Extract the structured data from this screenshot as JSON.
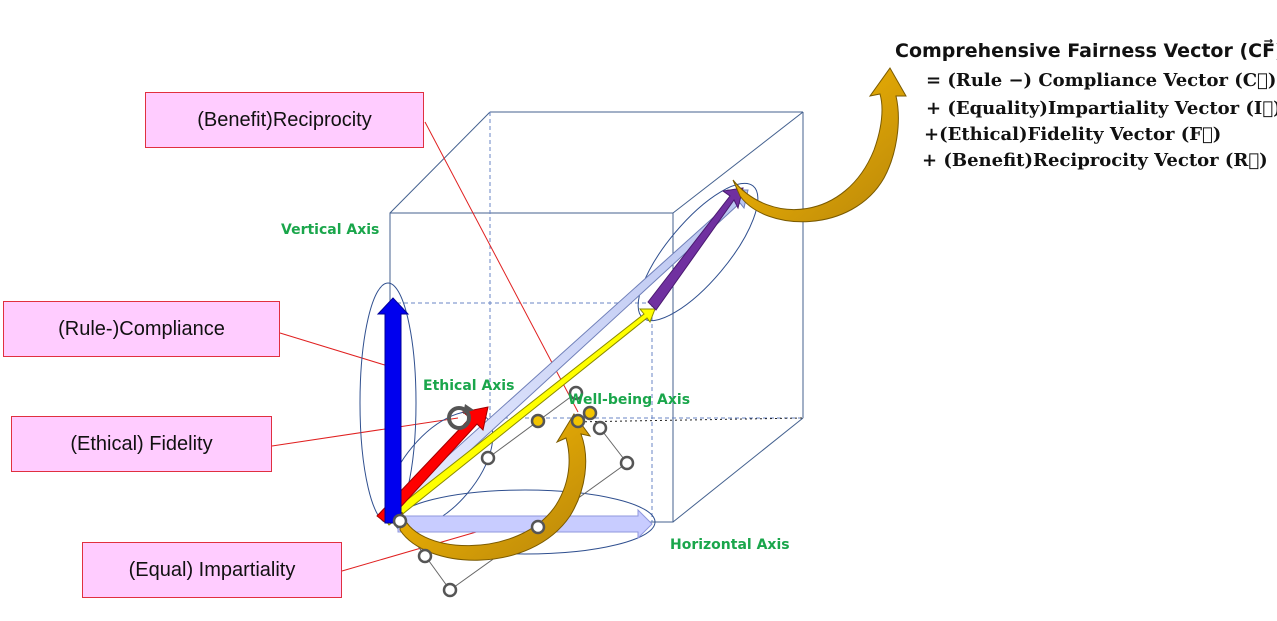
{
  "labels": {
    "reciprocity": "(Benefit)Reciprocity",
    "compliance": "(Rule-)Compliance",
    "fidelity": "(Ethical) Fidelity",
    "impartiality": "(Equal) Impartiality"
  },
  "axes": {
    "vertical": "Vertical Axis",
    "ethical": "Ethical Axis",
    "wellbeing": "Well-being Axis",
    "horizontal": "Horizontal Axis"
  },
  "formula": {
    "line1": "Comprehensive Fairness Vector (CF⃗)",
    "line2": "= (Rule −) Compliance Vector (C⃗)",
    "line3": "+ (Equality)Impartiality Vector (I⃗)",
    "line4": "+(Ethical)Fidelity Vector (F⃗)",
    "line5": "+ (Benefit)Reciprocity Vector (R⃗)"
  },
  "colors": {
    "label_fill": "#ffccff",
    "label_border": "#e03040",
    "axis_text": "#1aa64b",
    "compliance_vector": "#0000ee",
    "fidelity_vector": "#ff0000",
    "impartiality_vector": "#c8ccff",
    "reciprocity_vector": "#ffff00",
    "comprehensive_vector": "#7030a0",
    "curved_arrow": "#ffc000"
  }
}
